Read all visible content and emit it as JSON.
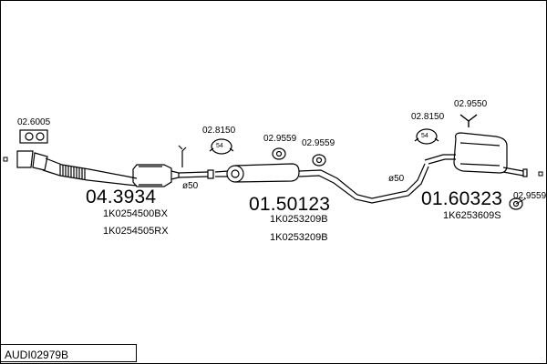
{
  "gaskets": {
    "front_pipe": "02.6005"
  },
  "mounts": {
    "front_clamp": "02.8150",
    "mid_rubber_a": "02.9559",
    "mid_rubber_b": "02.9559",
    "rear_clamp": "02.8150",
    "rear_bracket": "02.9550",
    "rear_rubber": "02.9559"
  },
  "clamp_size": "54",
  "pipe_diameters": {
    "front": "ø50",
    "rear": "ø50"
  },
  "parts": {
    "front_pipe": {
      "code": "04.3934",
      "oem": [
        "1K0254500BX",
        "1K0254505RX"
      ]
    },
    "middle_silencer": {
      "code": "01.50123",
      "oem": [
        "1K0253209B",
        "1K0253209B"
      ]
    },
    "rear_silencer": {
      "code": "01.60323",
      "oem": [
        "1K6253609S"
      ]
    }
  },
  "reference": "AUDI02979B"
}
